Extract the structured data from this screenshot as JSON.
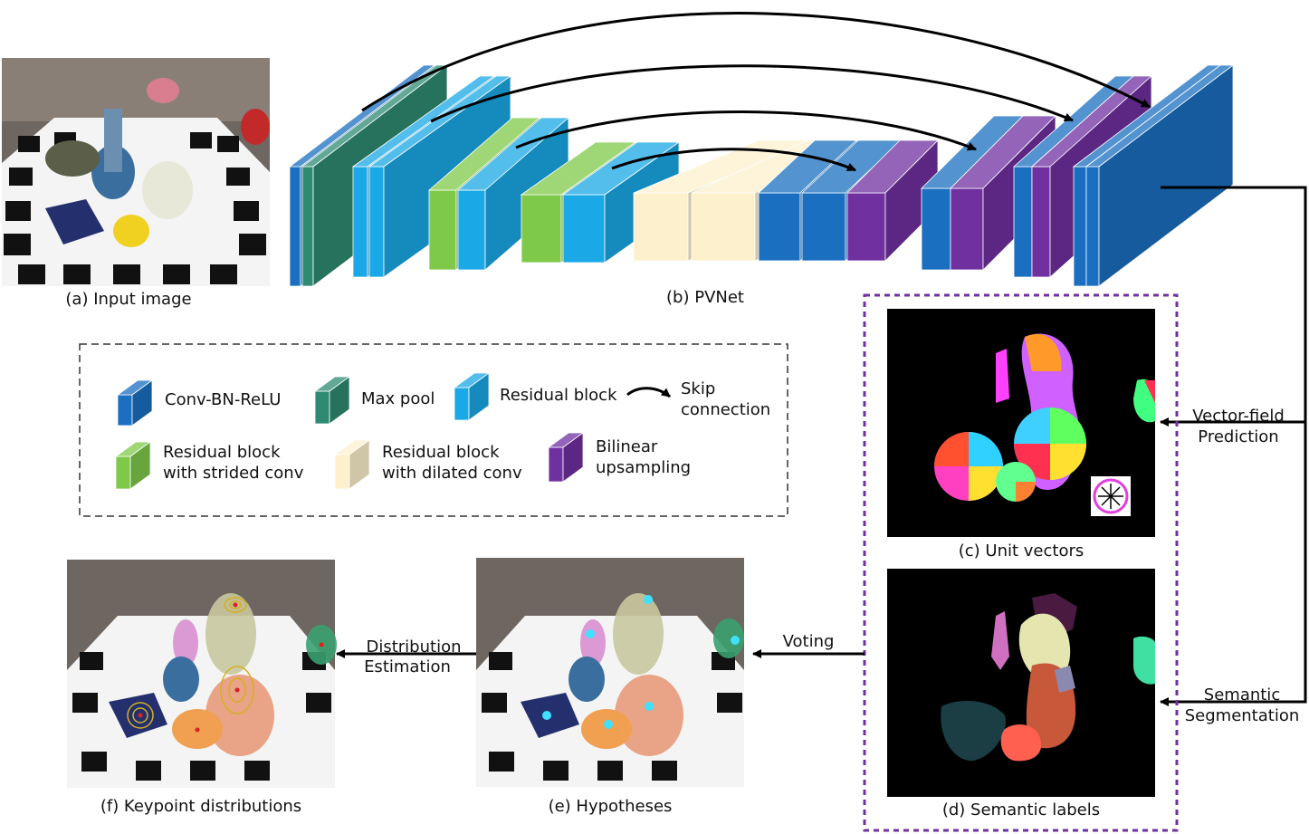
{
  "captions": {
    "input_image": "(a) Input image",
    "pvnet": "(b) PVNet",
    "unit_vectors": "(c) Unit vectors",
    "semantic_labels": "(d) Semantic labels",
    "hypotheses": "(e) Hypotheses",
    "keypoint_distributions": "(f) Keypoint distributions"
  },
  "legend": {
    "conv_bn_relu": "Conv-BN-ReLU",
    "max_pool": "Max pool",
    "residual_block": "Residual block",
    "skip_line1": "Skip",
    "skip_line2": "connection",
    "strided_line1": "Residual block",
    "strided_line2": "with strided conv",
    "dilated_line1": "Residual block",
    "dilated_line2": "with dilated conv",
    "bilinear_line1": "Bilinear",
    "bilinear_line2": "upsampling"
  },
  "arrows": {
    "vector_line1": "Vector-field",
    "vector_line2": "Prediction",
    "semantic_line1": "Semantic",
    "semantic_line2": "Segmentation",
    "voting": "Voting",
    "distribution_line1": "Distribution",
    "distribution_line2": "Estimation"
  },
  "colors": {
    "conv": "#1a6fc0",
    "maxpool": "#2e8b71",
    "residual": "#1aa8e6",
    "strided": "#7fc94a",
    "dilated": "#fdf0cc",
    "upsample": "#7030a0",
    "dashed_purple": "#7030a0"
  }
}
